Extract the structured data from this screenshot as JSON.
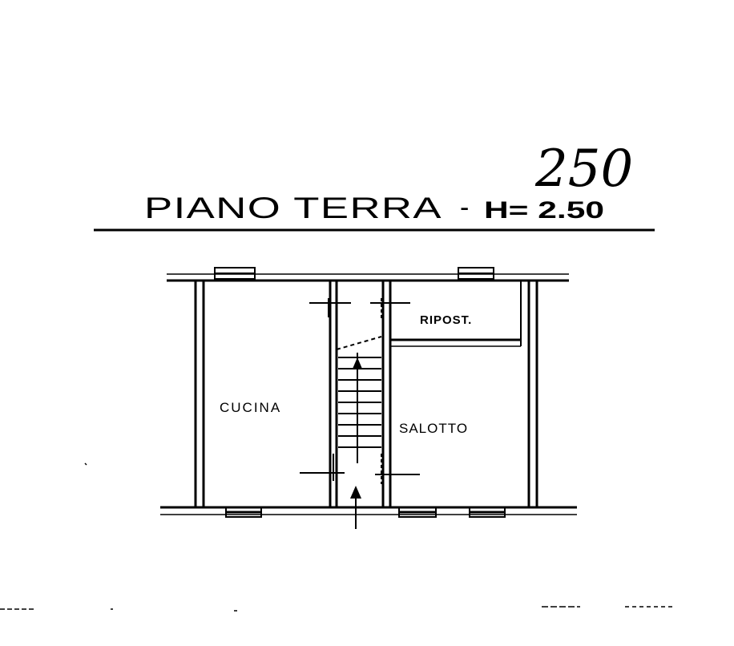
{
  "annotation": {
    "handwritten_number": "250"
  },
  "header": {
    "title": "PIANO TERRA",
    "separator": "-",
    "height_label": "H= 2.50"
  },
  "rooms": {
    "cucina": "CUCINA",
    "salotto": "SALOTTO",
    "ripostiglio": "RIPOST."
  },
  "colors": {
    "ink": "#000000",
    "paper": "#ffffff"
  }
}
